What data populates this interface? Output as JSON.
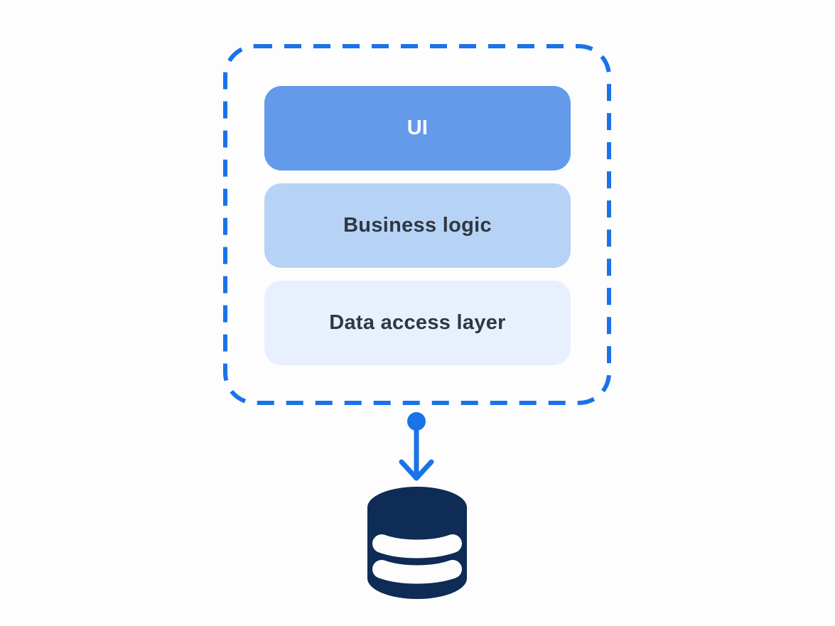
{
  "diagram": {
    "layers": [
      {
        "id": "ui",
        "label": "UI"
      },
      {
        "id": "business-logic",
        "label": "Business logic"
      },
      {
        "id": "data-access",
        "label": "Data access layer"
      }
    ],
    "connector": {
      "type": "arrow-down"
    },
    "icons": [
      {
        "name": "database-icon"
      }
    ],
    "colors": {
      "accent_blue": "#1a73e8",
      "layer_ui_fill": "#639bea",
      "layer_business_fill": "#b6d3f5",
      "layer_data_access_fill": "#e7f0fc",
      "layer_text_light": "#ffffff",
      "layer_text_dark": "#2f3741",
      "database_navy": "#0e2c55",
      "background": "#fdfdfd"
    }
  }
}
